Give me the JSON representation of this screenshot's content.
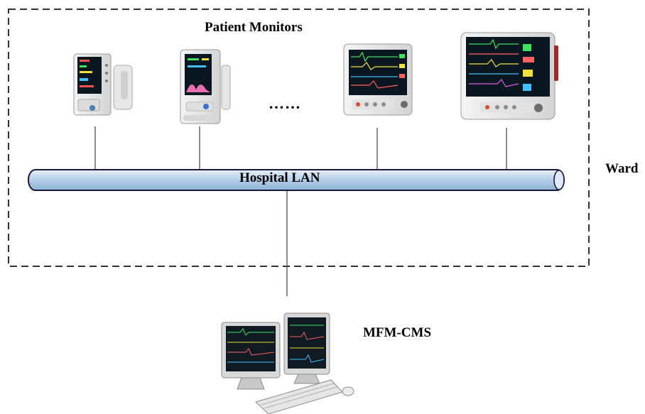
{
  "diagram": {
    "region_label": "Ward",
    "monitors_title": "Patient Monitors",
    "ellipsis": "……",
    "network_label": "Hospital LAN",
    "central_station_label": "MFM-CMS",
    "nodes": [
      {
        "id": "monitor-1",
        "kind": "patient-monitor"
      },
      {
        "id": "monitor-2",
        "kind": "patient-monitor"
      },
      {
        "id": "monitor-3",
        "kind": "patient-monitor"
      },
      {
        "id": "monitor-4",
        "kind": "patient-monitor"
      },
      {
        "id": "central-station",
        "kind": "workstation"
      }
    ],
    "edges": [
      {
        "from": "monitor-1",
        "to": "hospital-lan"
      },
      {
        "from": "monitor-2",
        "to": "hospital-lan"
      },
      {
        "from": "monitor-3",
        "to": "hospital-lan"
      },
      {
        "from": "monitor-4",
        "to": "hospital-lan"
      },
      {
        "from": "hospital-lan",
        "to": "central-station"
      }
    ]
  },
  "colors": {
    "pipe_fill": "#c7dcef",
    "pipe_stroke": "#1a1a3a",
    "connector": "#4a4a7a",
    "dashed_border": "#333333",
    "screen": "#0b1720"
  }
}
